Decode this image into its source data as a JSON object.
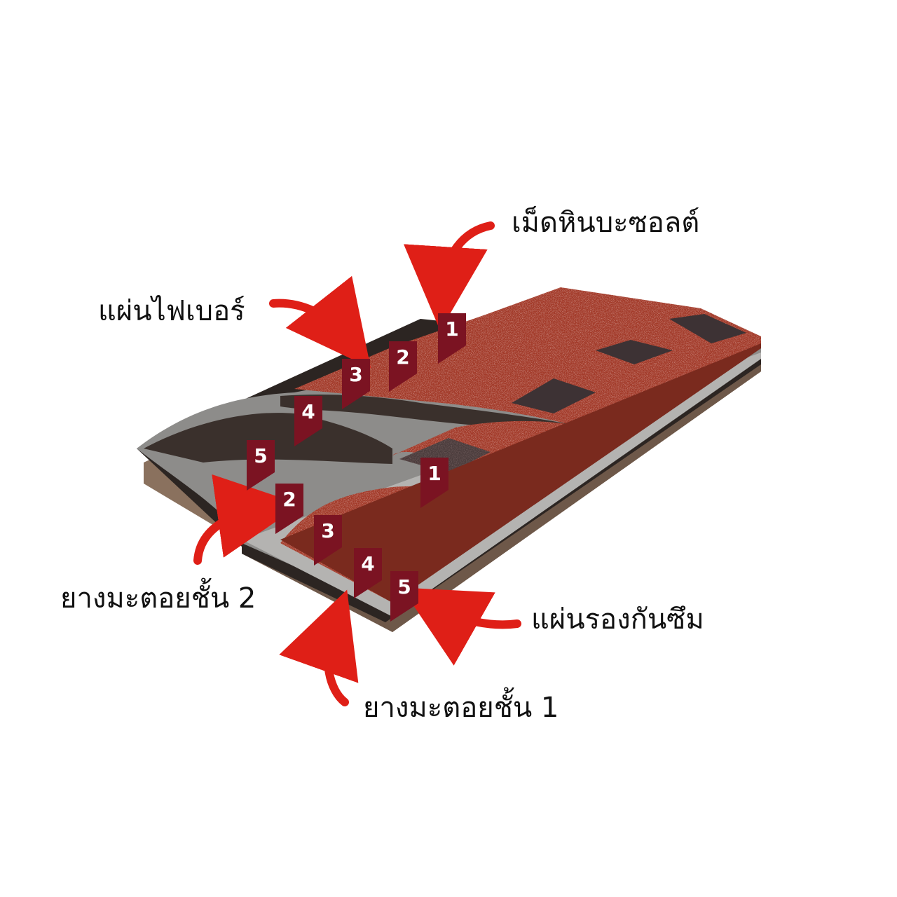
{
  "colors": {
    "marker": "#7b1322",
    "arrow": "#df1f17",
    "granule_red": "#a33b2a",
    "granule_dark": "#4a3b3a",
    "fiber_gray": "#8d8c8a",
    "asphalt_dark": "#2c2522",
    "underlay_brown": "#8a715e"
  },
  "labels": {
    "basalt_granules": "เม็ดหินบะซอลต์",
    "fiber_sheet": "แผ่นไฟเบอร์",
    "asphalt_layer_2": "ยางมะตอยชั้น 2",
    "underlay_sheet": "แผ่นรองกันซึม",
    "asphalt_layer_1": "ยางมะตอยชั้น 1"
  },
  "markers": {
    "upper": [
      "1",
      "2",
      "3",
      "4",
      "5"
    ],
    "lower": [
      "1",
      "2",
      "3",
      "4",
      "5"
    ]
  }
}
